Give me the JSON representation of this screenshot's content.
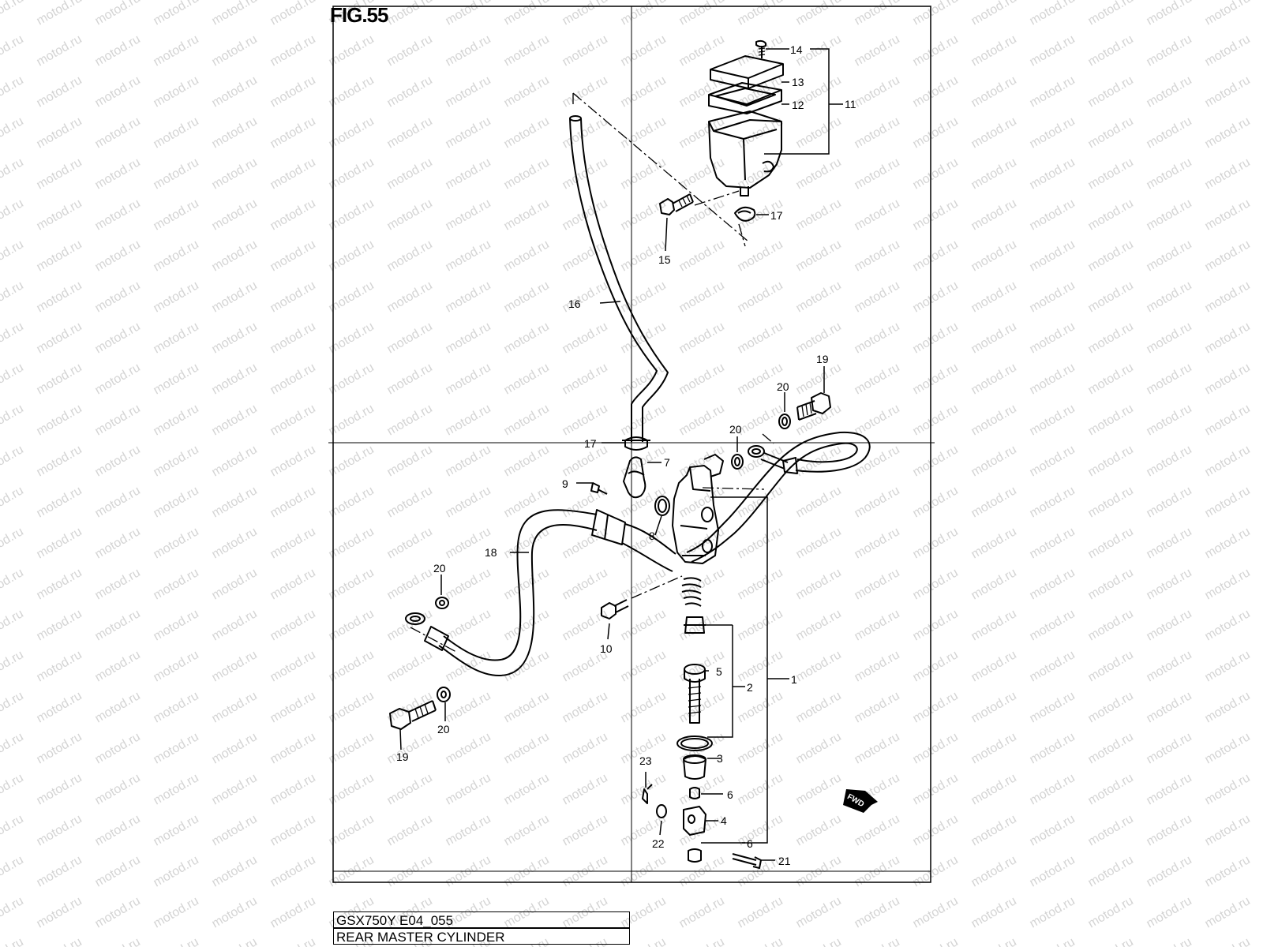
{
  "figure": {
    "title": "FIG.55",
    "model_code": "GSX750Y E04_055",
    "name": "REAR MASTER CYLINDER"
  },
  "watermark": "motod.ru",
  "direction_marker": "FWD",
  "part_labels": {
    "p1": "1",
    "p2": "2",
    "p3": "3",
    "p4": "4",
    "p5": "5",
    "p6a": "6",
    "p6b": "6",
    "p7": "7",
    "p8": "8",
    "p9": "9",
    "p10": "10",
    "p11": "11",
    "p12": "12",
    "p13": "13",
    "p14": "14",
    "p15": "15",
    "p16": "16",
    "p17a": "17",
    "p17b": "17",
    "p18": "18",
    "p19a": "19",
    "p19b": "19",
    "p20a": "20",
    "p20b": "20",
    "p20c": "20",
    "p20d": "20",
    "p21": "21",
    "p22": "22",
    "p23": "23"
  }
}
